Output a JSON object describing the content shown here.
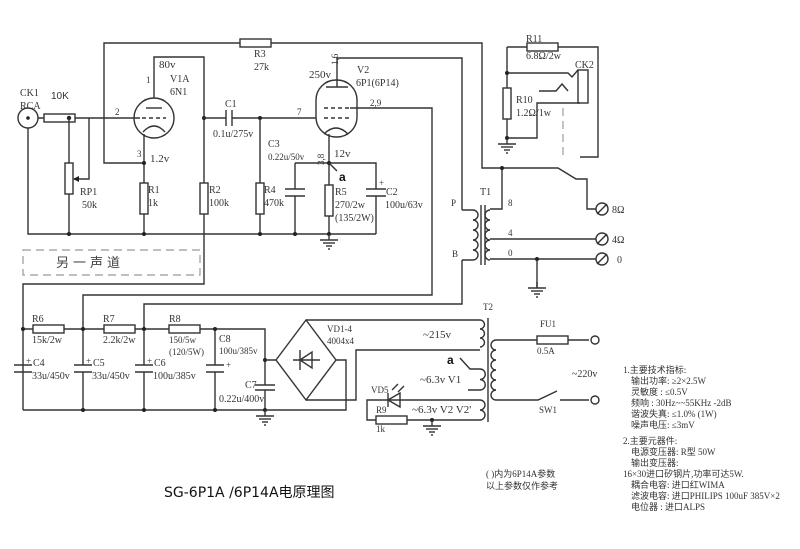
{
  "title": "SG-6P1A /6P14A电原理图",
  "notes": [
    "( )内为6P14A参数",
    "以上参数仅作参考"
  ],
  "other_channel": "另一声道",
  "input": {
    "jack": "CK1",
    "type": "RCA",
    "resistor": "10K",
    "pot": "RP1",
    "pot_value": "50k"
  },
  "v1": {
    "name": "V1A",
    "type": "6N1",
    "pin_anode": "1",
    "pin_grid": "2",
    "pin_cathode": "3",
    "anode_v": "80v",
    "cathode_v": "1.2v"
  },
  "v2": {
    "name": "V2",
    "type": "6P1(6P14)",
    "pin_anode": "1,6",
    "pin_grid": "7",
    "pin_screen": "2,9",
    "pin_cathode": "3,8",
    "anode_v": "250v",
    "cathode_v": "12v"
  },
  "components": {
    "R1": {
      "name": "R1",
      "value": "1k"
    },
    "R2": {
      "name": "R2",
      "value": "100k"
    },
    "R3": {
      "name": "R3",
      "value": "27k"
    },
    "R4": {
      "name": "R4",
      "value": "470k"
    },
    "R5": {
      "name": "R5",
      "value": "270/2w",
      "alt": "(135/2W)"
    },
    "R6": {
      "name": "R6",
      "value": "15k/2w"
    },
    "R7": {
      "name": "R7",
      "value": "2.2k/2w"
    },
    "R8": {
      "name": "R8",
      "value": "150/5w",
      "alt": "(120/5W)"
    },
    "R9": {
      "name": "R9",
      "value": "1k"
    },
    "R10": {
      "name": "R10",
      "value": "1.2Ω/1w"
    },
    "R11": {
      "name": "R11",
      "value": "6.8Ω/2w"
    },
    "C1": {
      "name": "C1",
      "value": "0.1u/275v"
    },
    "C2": {
      "name": "C2",
      "value": "100u/63v"
    },
    "C3": {
      "name": "C3",
      "value": "0.22u/50v"
    },
    "C4": {
      "name": "C4",
      "value": "33u/450v"
    },
    "C5": {
      "name": "C5",
      "value": "33u/450v"
    },
    "C6": {
      "name": "C6",
      "value": "100u/385v"
    },
    "C7": {
      "name": "C7",
      "value": "0.22u/400v"
    },
    "C8": {
      "name": "C8",
      "value": "100u/385v"
    },
    "VD1_4": {
      "name": "VD1-4",
      "value": "4004x4"
    },
    "VD5": {
      "name": "VD5"
    },
    "FU1": {
      "name": "FU1",
      "value": "0.5A"
    },
    "SW1": {
      "name": "SW1"
    },
    "CK2": {
      "name": "CK2"
    },
    "T1": {
      "name": "T1",
      "primary_top": "P",
      "primary_bottom": "B",
      "taps": [
        "8",
        "4",
        "0"
      ]
    },
    "T2": {
      "name": "T2"
    }
  },
  "outputs": [
    "8Ω",
    "4Ω",
    "0"
  ],
  "node_marker": "a",
  "t2_windings": {
    "hv": "~215v",
    "fil1": "~6.3v  V1",
    "fil2": "~6.3v V2 V2'",
    "mains": "~220v"
  },
  "specs": {
    "heading1": "1.主要技术指标:",
    "lines1": [
      "输出功率: ≥2×2.5W",
      "灵敏度   :  ≤0.5V",
      "频响      :  30Hz~~55KHz   -2dB",
      "谐波失真: ≤1.0%  (1W)",
      "噪声电压: ≤3mV"
    ],
    "heading2": "2.主要元器件:",
    "lines2": [
      "电源变压器: R型  50W",
      "输出变压器:",
      "16×30进口矽钢片,功率可达5W.",
      "耦合电容:    进口红WIMA",
      "滤波电容:    进口PHILIPS 100uF 385V×2",
      "电位器   :    进口ALPS"
    ]
  }
}
